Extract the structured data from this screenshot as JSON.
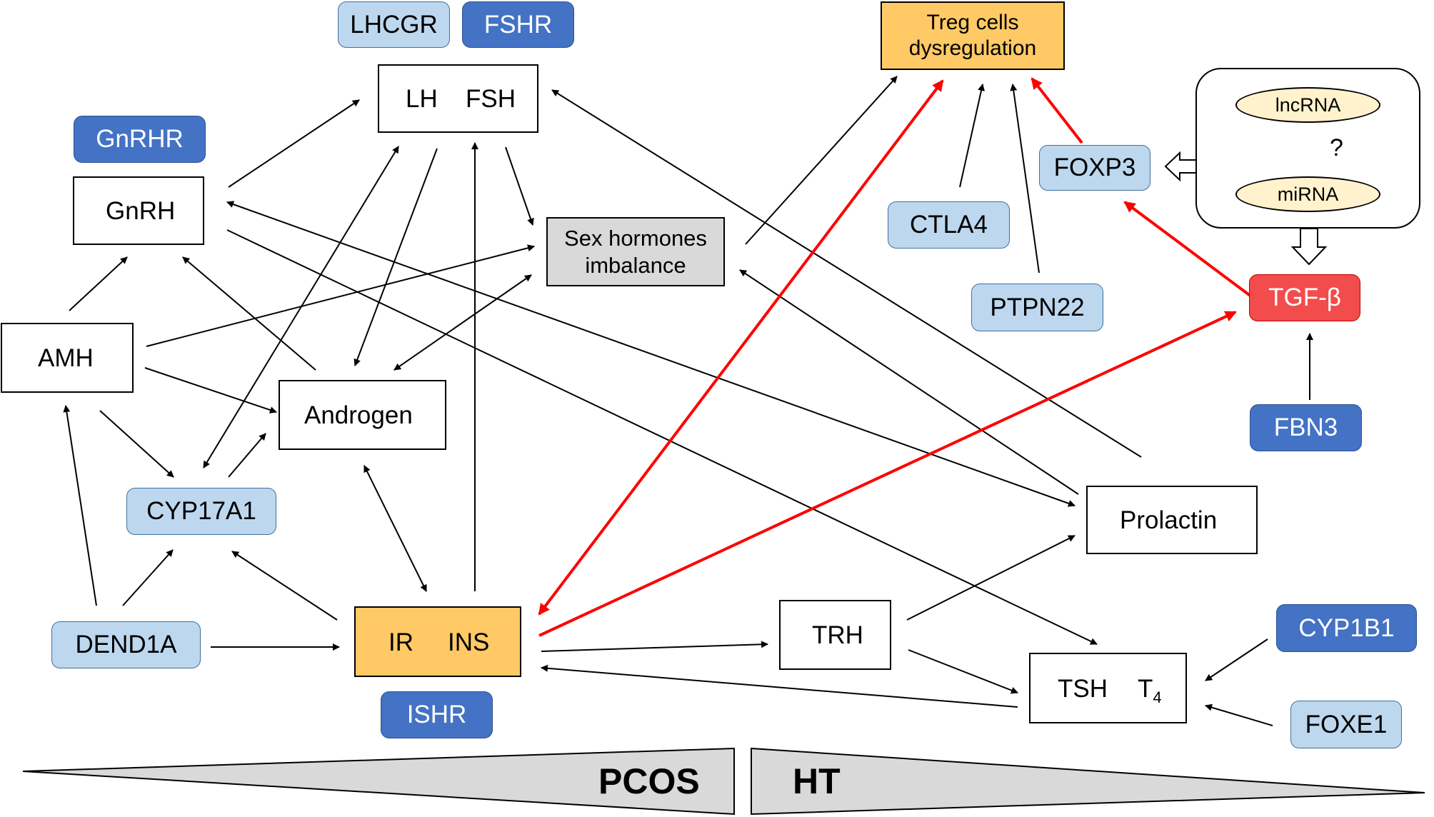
{
  "nodes": {
    "lhcgr": "LHCGR",
    "fshr": "FSHR",
    "lh": "LH",
    "fsh": "FSH",
    "gnrhr": "GnRHR",
    "gnrh": "GnRH",
    "sex_hormones_line1": "Sex hormones",
    "sex_hormones_line2": "imbalance",
    "treg_line1": "Treg cells",
    "treg_line2": "dysregulation",
    "lncrna": "lncRNA",
    "mirna": "miRNA",
    "question": "?",
    "foxp3": "FOXP3",
    "ctla4": "CTLA4",
    "ptpn22": "PTPN22",
    "tgfb": "TGF-β",
    "fbn3": "FBN3",
    "amh": "AMH",
    "androgen": "Androgen",
    "cyp17a1": "CYP17A1",
    "prolactin": "Prolactin",
    "dend1a": "DEND1A",
    "ir": "IR",
    "ins": "INS",
    "ishr": "ISHR",
    "trh": "TRH",
    "tsh": "TSH",
    "t4": "T",
    "t4_sub": "4",
    "cyp1b1": "CYP1B1",
    "foxe1": "FOXE1"
  },
  "triangles": {
    "left": "PCOS",
    "right": "HT"
  },
  "colors": {
    "light_blue": "#bdd7ee",
    "dark_blue": "#4472c4",
    "orange": "#ffc000",
    "grey": "#d9d9d9",
    "red_box": "#f24c4c",
    "red_arrow": "#ff0000",
    "oval": "#fff2cc"
  }
}
